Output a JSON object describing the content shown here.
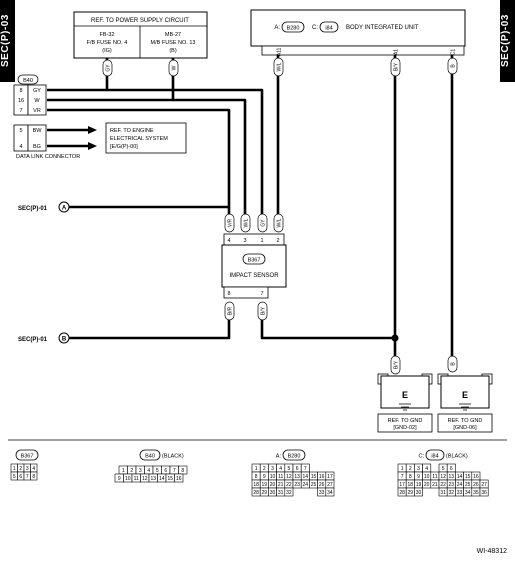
{
  "sidetab": "SEC(P)-03",
  "power": {
    "title": "REF. TO POWER SUPPLY CIRCUIT",
    "fuse_left": [
      "FB-32",
      "F/B FUSE NO. 4",
      "(IG)"
    ],
    "fuse_right": [
      "MB-27",
      "M/B FUSE NO. 13",
      "(B)"
    ]
  },
  "bcu": {
    "prefix_a": "A:",
    "conn_a": "B280",
    "prefix_c": "C:",
    "conn_c": "i84",
    "name": "BODY INTEGRATED UNIT"
  },
  "wires": {
    "gy": "GY",
    "w": "W",
    "wl": "W/L",
    "vr": "V/R",
    "by": "B/Y",
    "b": "B",
    "bw": "BW",
    "bg": "BG",
    "br": "B/R"
  },
  "bcu_pins": {
    "p1": "A11",
    "p2": "A1",
    "p3": "C1"
  },
  "dlc": {
    "conn": "B40",
    "label": "DATA LINK CONNECTOR",
    "rows": [
      {
        "pin": "8",
        "wire": "GY"
      },
      {
        "pin": "16",
        "wire": "W"
      },
      {
        "pin": "7",
        "wire": "VR"
      },
      {
        "pin": "5",
        "wire": "BW"
      },
      {
        "pin": "4",
        "wire": "BG"
      }
    ]
  },
  "engine_ref": [
    "REF. TO ENGINE",
    "ELECTRICAL SYSTEM",
    "[E/G(P)-00]"
  ],
  "sec_a": "SEC(P)-01",
  "sec_b": "SEC(P)-01",
  "mark_a": "A",
  "mark_b": "B",
  "sensor": {
    "conn": "B367",
    "name": "IMPACT SENSOR",
    "top_pins": [
      "4",
      "3",
      "1",
      "2"
    ],
    "bottom_pins": [
      "8",
      "7"
    ]
  },
  "ground": {
    "letter": "E",
    "refs": [
      [
        "REF. TO GND",
        "[GND-02]"
      ],
      [
        "REF. TO GND",
        "[GND-06]"
      ]
    ]
  },
  "connectors": {
    "b367": {
      "tag": "B367",
      "rows": [
        [
          "1",
          "2",
          "3",
          "4"
        ],
        [
          "5",
          "6",
          "7",
          "8"
        ]
      ]
    },
    "b40": {
      "tag": "B40",
      "color": "(BLACK)",
      "rows": [
        [
          "1",
          "2",
          "3",
          "4",
          "5",
          "6",
          "7",
          "8"
        ],
        [
          "9",
          "10",
          "11",
          "12",
          "13",
          "14",
          "15",
          "16"
        ]
      ]
    },
    "b280": {
      "prefix": "A:",
      "tag": "B280",
      "rows": [
        [
          "1",
          "2",
          "3",
          "4",
          "5",
          "6",
          "7"
        ],
        [
          "8",
          "9",
          "10",
          "11",
          "12",
          "13",
          "14",
          "15",
          "16",
          "17"
        ],
        [
          "18",
          "19",
          "20",
          "21",
          "22",
          "23",
          "24",
          "25",
          "26",
          "27"
        ],
        [
          "28",
          "29",
          "30",
          "31",
          "32",
          "",
          "",
          "",
          "33",
          "34"
        ]
      ]
    },
    "i84": {
      "prefix": "C:",
      "tag": "i84",
      "color": "(BLACK)",
      "rows": [
        [
          "1",
          "2",
          "3",
          "4",
          "",
          "5",
          "6"
        ],
        [
          "7",
          "8",
          "9",
          "10",
          "11",
          "12",
          "13",
          "14",
          "15",
          "16"
        ],
        [
          "17",
          "18",
          "19",
          "20",
          "21",
          "22",
          "23",
          "24",
          "25",
          "26",
          "27"
        ],
        [
          "28",
          "29",
          "30",
          "",
          "",
          "31",
          "32",
          "33",
          "34",
          "35",
          "36"
        ]
      ]
    }
  },
  "figure_id": "WI-48312"
}
